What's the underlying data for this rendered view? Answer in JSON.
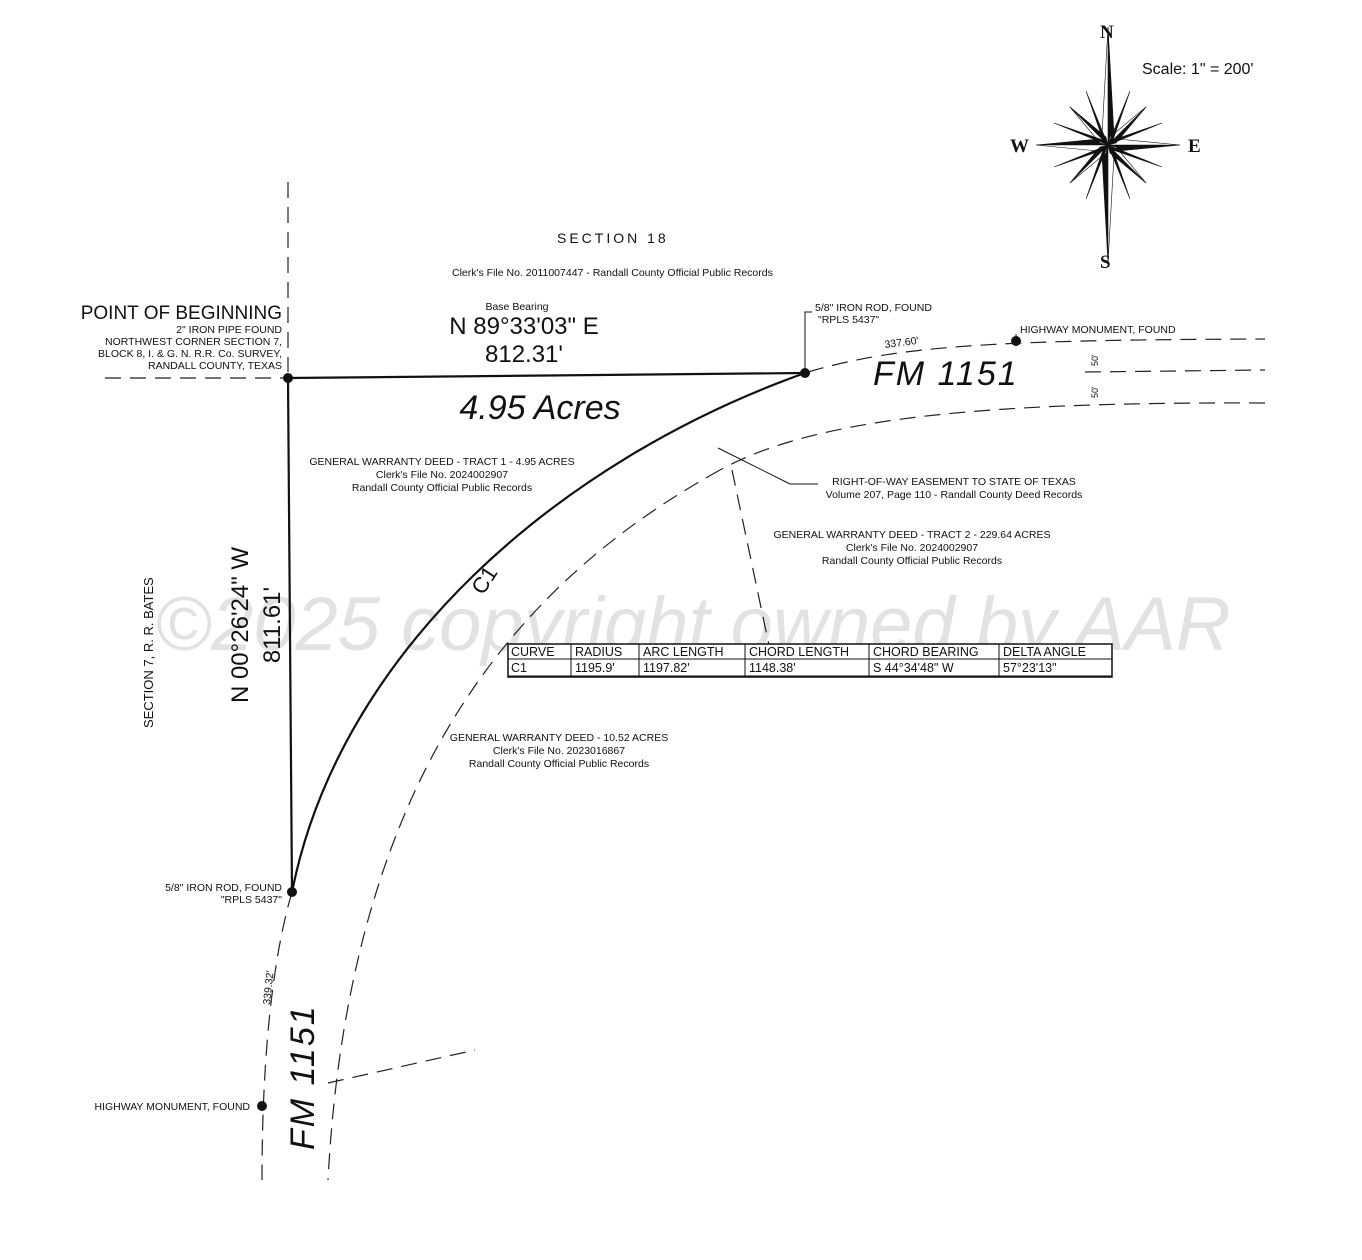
{
  "header": {
    "scale": "Scale: 1\" = 200'",
    "compass": {
      "n": "N",
      "s": "S",
      "e": "E",
      "w": "W",
      "icon": "compass-rose-icon"
    }
  },
  "sections": {
    "north": "SECTION 18",
    "north_clerk": "Clerk's File No. 2011007447 - Randall County Official Public Records",
    "west": "SECTION 7, R. R. BATES"
  },
  "pob": {
    "title": "POINT OF BEGINNING",
    "line1": "2\" IRON PIPE FOUND",
    "line2": "NORTHWEST CORNER SECTION 7,",
    "line3": "BLOCK 8, I. & G. N. R.R. Co. SURVEY,",
    "line4": "RANDALL COUNTY, TEXAS"
  },
  "north_line": {
    "base_bearing": "Base Bearing",
    "bearing": "N 89°33'03\" E",
    "distance": "812.31'"
  },
  "west_line": {
    "bearing": "N 00°26'24\" W",
    "distance": "811.61'"
  },
  "area": "4.95 Acres",
  "iron_rod_ne": {
    "line1": "5/8\" IRON ROD, FOUND",
    "line2": "\"RPLS 5437\""
  },
  "iron_rod_sw": {
    "line1": "5/8\" IRON ROD, FOUND",
    "line2": "\"RPLS 5437\""
  },
  "highway_monument_ne": "HIGHWAY MONUMENT, FOUND",
  "highway_monument_sw": "HIGHWAY MONUMENT, FOUND",
  "road_east": {
    "name": "FM 1151",
    "dist": "337.60'",
    "w1": "50'",
    "w2": "50'"
  },
  "road_south": {
    "name": "FM 1151",
    "dist": "339.32'"
  },
  "curve_label": "C1",
  "tract1": {
    "line1": "GENERAL WARRANTY DEED - TRACT 1 - 4.95 ACRES",
    "line2": "Clerk's File No. 2024002907",
    "line3": "Randall County Official Public Records"
  },
  "row_easement": {
    "line1": "RIGHT-OF-WAY EASEMENT TO STATE OF TEXAS",
    "line2": "Volume 207, Page 110 - Randall County Deed Records"
  },
  "tract2": {
    "line1": "GENERAL WARRANTY DEED - TRACT 2 - 229.64 ACRES",
    "line2": "Clerk's File No. 2024002907",
    "line3": "Randall County Official Public Records"
  },
  "tract3": {
    "line1": "GENERAL WARRANTY DEED - 10.52 ACRES",
    "line2": "Clerk's File No. 2023016867",
    "line3": "Randall County Official Public Records"
  },
  "curve_table": {
    "headers": [
      "CURVE",
      "RADIUS",
      "ARC LENGTH",
      "CHORD LENGTH",
      "CHORD BEARING",
      "DELTA ANGLE"
    ],
    "rows": [
      [
        "C1",
        "1195.9'",
        "1197.82'",
        "1148.38'",
        "S 44°34'48\" W",
        "57°23'13\""
      ]
    ]
  },
  "watermark": "©2025 copyright owned by AAR"
}
